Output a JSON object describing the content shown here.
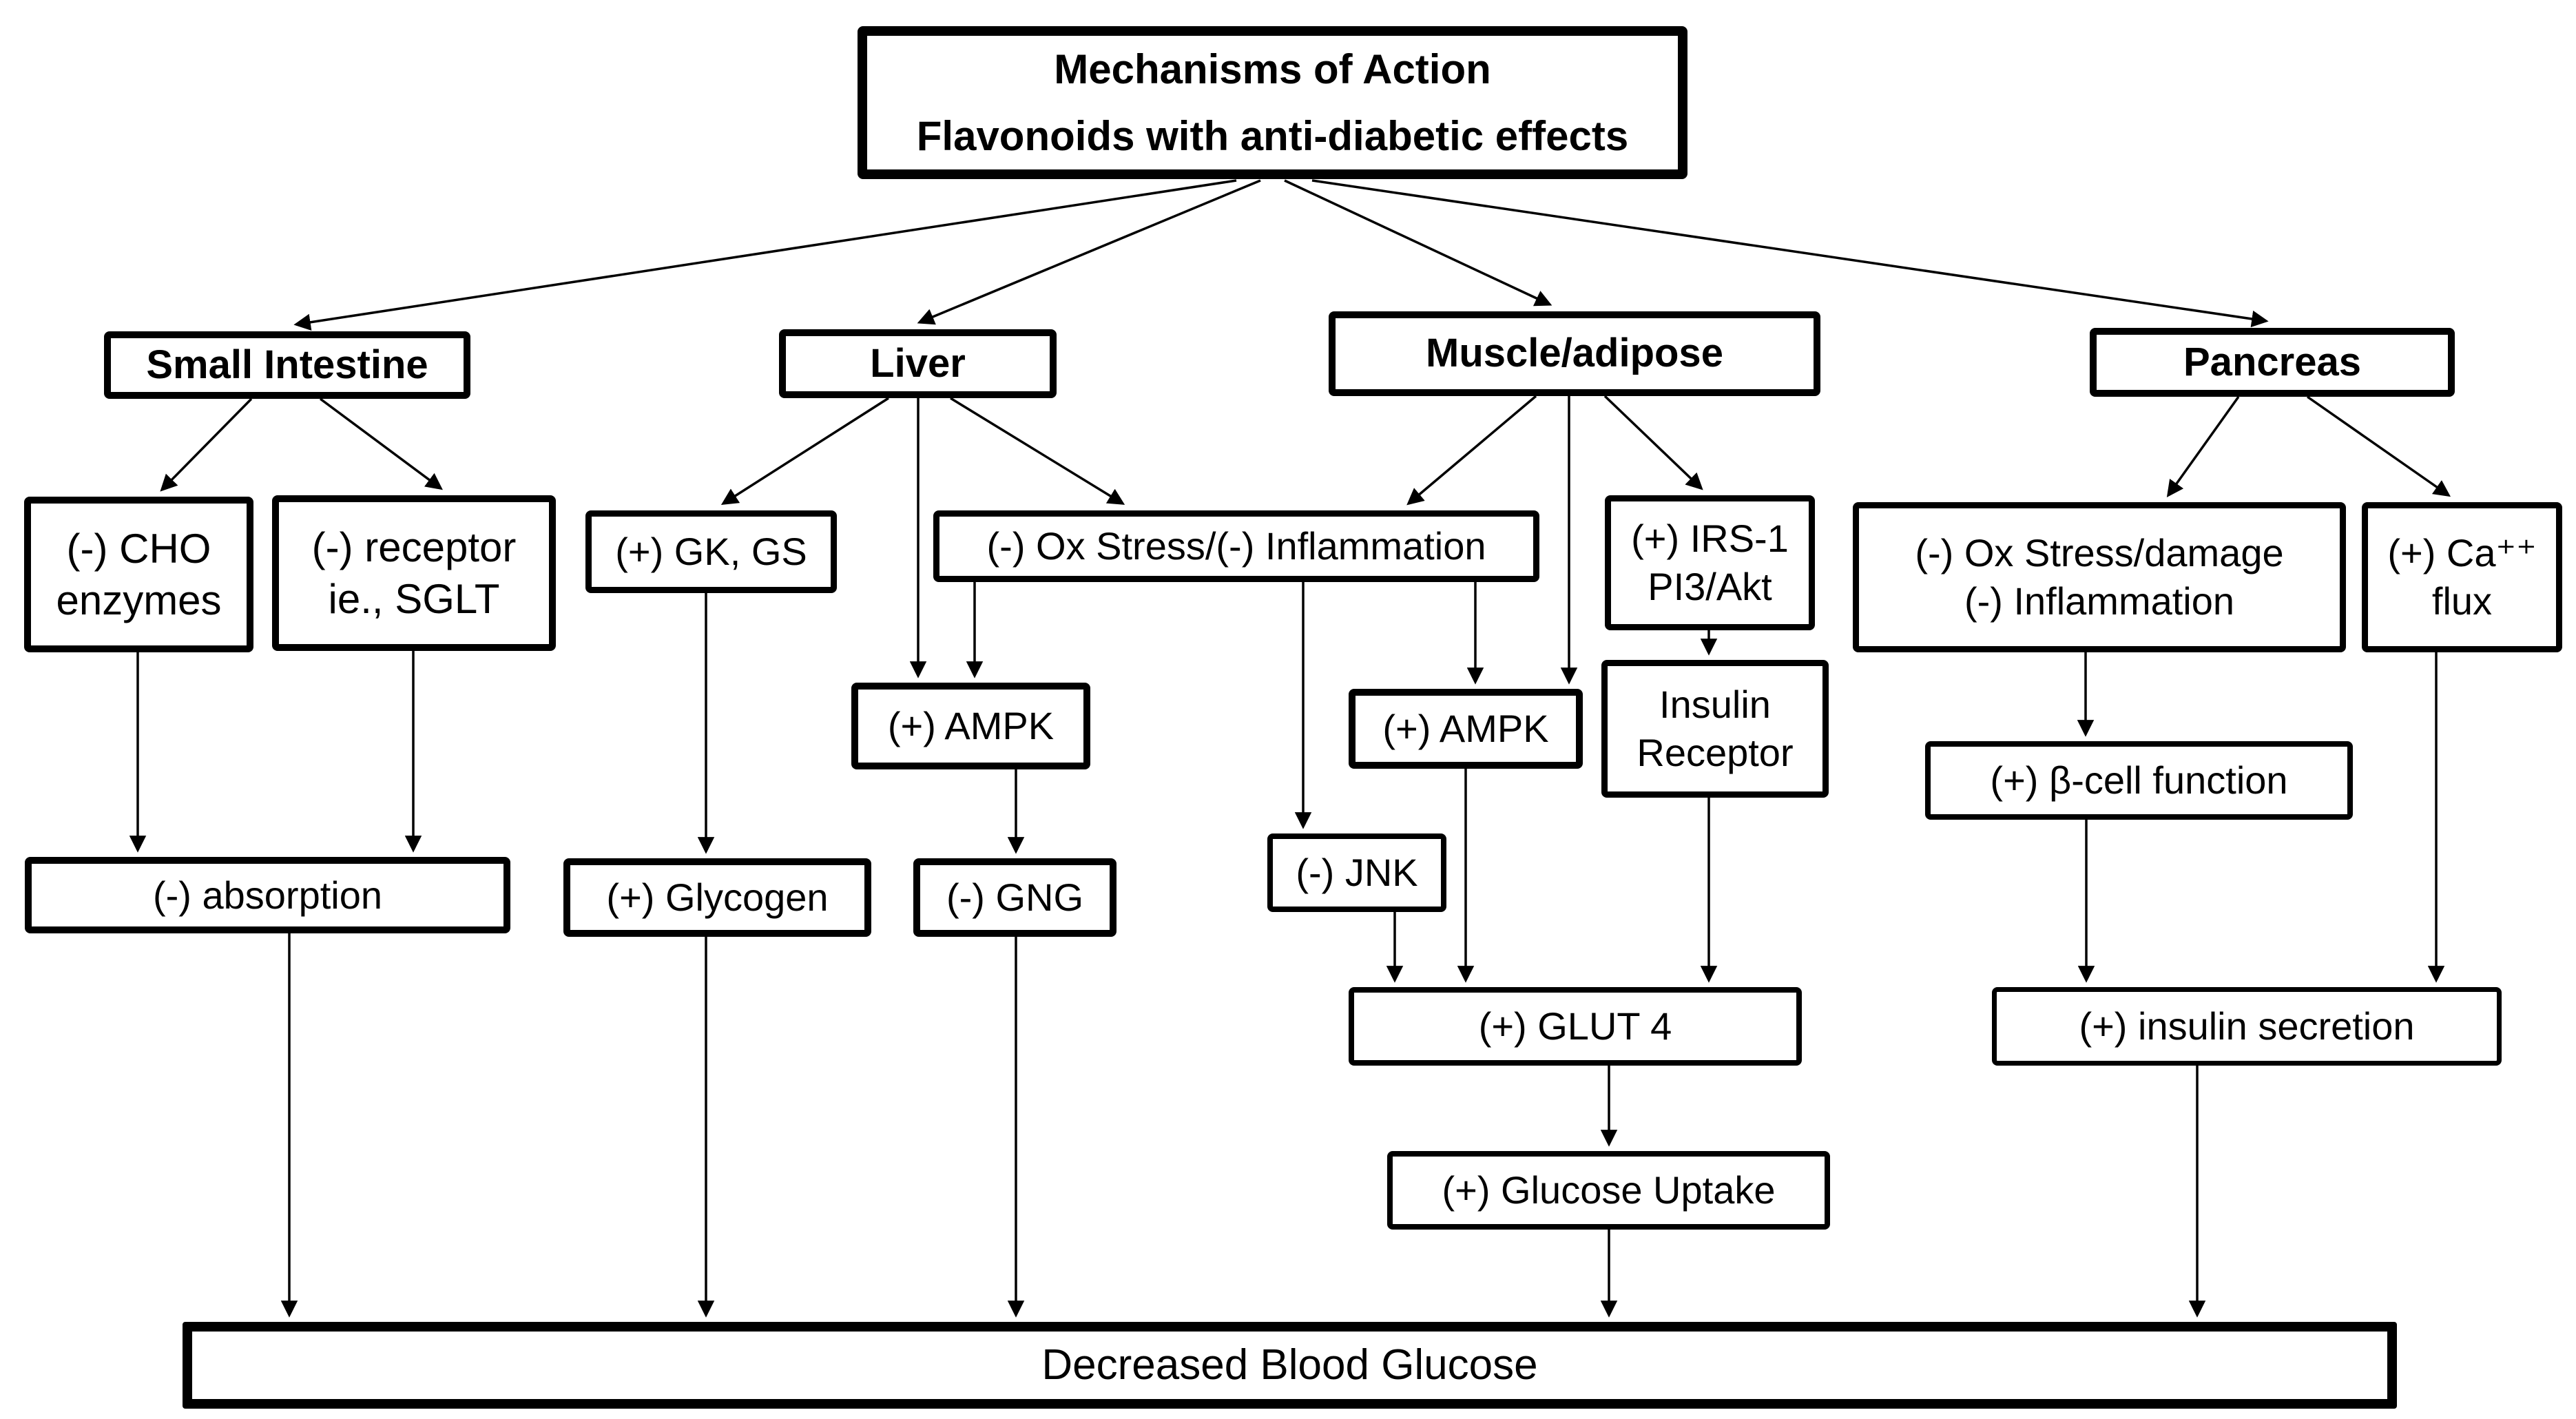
{
  "figure": {
    "title": "Mechanisms of Action\nFlavonoids with anti-diabetic effects",
    "organs": {
      "small_intestine": "Small Intestine",
      "liver": "Liver",
      "muscle_adipose": "Muscle/adipose",
      "pancreas": "Pancreas"
    },
    "nodes": {
      "cho_enzymes": "(-) CHO\nenzymes",
      "receptor_sglt": "(-) receptor\nie., SGLT",
      "absorption": "(-) absorption",
      "gk_gs": "(+) GK, GS",
      "ox_stress_inflammation": "(-) Ox Stress/(-) Inflammation",
      "ampk_liver": "(+) AMPK",
      "glycogen": "(+) Glycogen",
      "gng": "(-) GNG",
      "ampk_muscle": "(+) AMPK",
      "jnk": "(-) JNK",
      "irs1_pi3_akt": "(+) IRS-1\nPI3/Akt",
      "insulin_receptor": "Insulin\nReceptor",
      "glut4": "(+) GLUT 4",
      "glucose_uptake": "(+) Glucose Uptake",
      "ox_stress_damage": "(-) Ox Stress/damage\n(-) Inflammation",
      "ca_flux": "(+) Ca⁺⁺\nflux",
      "beta_cell_function": "(+) β-cell function",
      "insulin_secretion": "(+) insulin secretion"
    },
    "outcome": "Decreased Blood Glucose",
    "colors": {
      "ink": "#000000",
      "paper": "#ffffff"
    },
    "edges": [
      {
        "from": "title",
        "to": "small_intestine"
      },
      {
        "from": "title",
        "to": "liver"
      },
      {
        "from": "title",
        "to": "muscle_adipose"
      },
      {
        "from": "title",
        "to": "pancreas"
      },
      {
        "from": "small_intestine",
        "to": "cho_enzymes"
      },
      {
        "from": "small_intestine",
        "to": "receptor_sglt"
      },
      {
        "from": "cho_enzymes",
        "to": "absorption"
      },
      {
        "from": "receptor_sglt",
        "to": "absorption"
      },
      {
        "from": "absorption",
        "to": "decreased_blood_glucose"
      },
      {
        "from": "liver",
        "to": "gk_gs"
      },
      {
        "from": "liver",
        "to": "ampk_liver"
      },
      {
        "from": "liver",
        "to": "ox_stress_inflammation"
      },
      {
        "from": "ox_stress_inflammation",
        "to": "ampk_liver"
      },
      {
        "from": "ampk_liver",
        "to": "gng"
      },
      {
        "from": "gk_gs",
        "to": "glycogen"
      },
      {
        "from": "glycogen",
        "to": "decreased_blood_glucose"
      },
      {
        "from": "gng",
        "to": "decreased_blood_glucose"
      },
      {
        "from": "muscle_adipose",
        "to": "ox_stress_inflammation"
      },
      {
        "from": "muscle_adipose",
        "to": "ampk_muscle"
      },
      {
        "from": "ox_stress_inflammation",
        "to": "ampk_muscle"
      },
      {
        "from": "ox_stress_inflammation",
        "to": "jnk"
      },
      {
        "from": "muscle_adipose",
        "to": "irs1_pi3_akt"
      },
      {
        "from": "irs1_pi3_akt",
        "to": "insulin_receptor"
      },
      {
        "from": "ampk_muscle",
        "to": "glut4"
      },
      {
        "from": "jnk",
        "to": "glut4"
      },
      {
        "from": "insulin_receptor",
        "to": "glut4"
      },
      {
        "from": "glut4",
        "to": "glucose_uptake"
      },
      {
        "from": "glucose_uptake",
        "to": "decreased_blood_glucose"
      },
      {
        "from": "pancreas",
        "to": "ox_stress_damage"
      },
      {
        "from": "pancreas",
        "to": "ca_flux"
      },
      {
        "from": "ox_stress_damage",
        "to": "beta_cell_function"
      },
      {
        "from": "beta_cell_function",
        "to": "insulin_secretion"
      },
      {
        "from": "ca_flux",
        "to": "insulin_secretion"
      },
      {
        "from": "insulin_secretion",
        "to": "decreased_blood_glucose"
      }
    ]
  }
}
